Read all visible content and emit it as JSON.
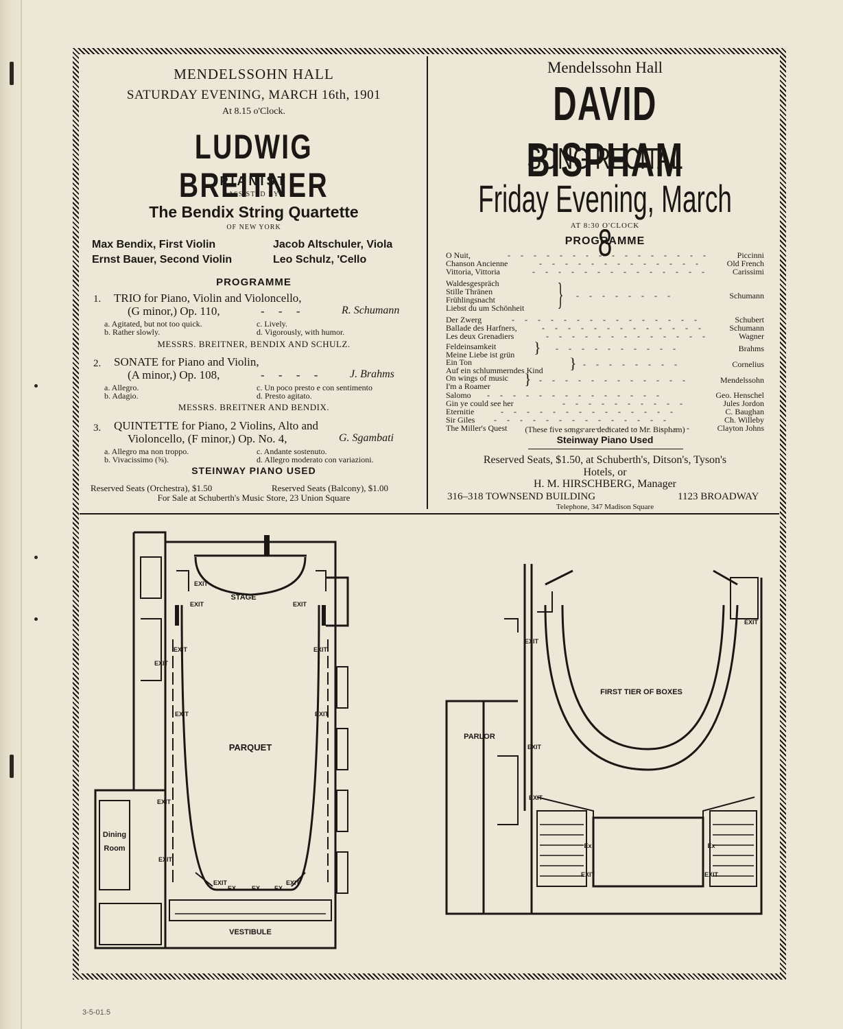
{
  "left": {
    "venue": "MENDELSSOHN HALL",
    "date": "SATURDAY EVENING, MARCH 16th, 1901",
    "time": "At 8.15 o'Clock.",
    "performer": "LUDWIG BREITNER",
    "role": "PIANIST",
    "assisted": "ASSISTED BY",
    "ensemble": "The Bendix String Quartette",
    "ensemble_city": "OF NEW YORK",
    "members": [
      "Max Bendix, First Violin",
      "Jacob Altschuler, Viola",
      "Ernst Bauer, Second Violin",
      "Leo Schulz, 'Cello"
    ],
    "programme_heading": "PROGRAMME",
    "items": [
      {
        "num": "1.",
        "line1": "TRIO for Piano, Violin and Violoncello,",
        "line2": "(G minor,) Op. 110,",
        "composer": "R. Schumann",
        "mv": [
          "a. Agitated, but not too quick.",
          "c. Lively.",
          "b. Rather slowly.",
          "d. Vigorously, with humor."
        ],
        "performers": "MESSRS. BREITNER, BENDIX AND SCHULZ."
      },
      {
        "num": "2.",
        "line1": "SONATE for Piano and Violin,",
        "line2": "(A minor,) Op. 108,",
        "composer": "J. Brahms",
        "mv": [
          "a. Allegro.",
          "c. Un poco presto e con sentimento",
          "b. Adagio.",
          "d. Presto agitato."
        ],
        "performers": "MESSRS. BREITNER AND BENDIX."
      },
      {
        "num": "3.",
        "line1": "QUINTETTE for Piano, 2 Violins, Alto and",
        "line2": "Violoncello, (F minor,) Op. No. 4,",
        "composer": "G. Sgambati",
        "mv": [
          "a. Allegro ma non troppo.",
          "c. Andante sostenuto.",
          "b. Vivacissimo (⅝).",
          "d. Allegro moderato con variazioni."
        ]
      }
    ],
    "piano": "STEINWAY PIANO USED",
    "seats1": "Reserved Seats (Orchestra), $1.50",
    "seats2": "Reserved Seats (Balcony), $1.00",
    "sale": "For Sale at Schuberth's Music Store, 23 Union Square"
  },
  "right": {
    "venue": "Mendelssohn Hall",
    "performer": "DAVID BISPHAM",
    "event": "SONG RECITAL",
    "date": "Friday Evening, March 8",
    "time": "AT 8:30 O'CLOCK",
    "programme_heading": "PROGRAMME",
    "songs": [
      {
        "title": "O Nuit,",
        "composer": "Piccinni"
      },
      {
        "title": "Chanson Ancienne",
        "composer": "Old French"
      },
      {
        "title": "Vittoria, Vittoria",
        "composer": "Carissimi"
      },
      {
        "title": "Waldesgespräch",
        "composer": ""
      },
      {
        "title": "Stille Thränen",
        "composer": "Schumann"
      },
      {
        "title": "Frühlingsnacht",
        "composer": ""
      },
      {
        "title": "Liebst du um Schönheit",
        "composer": ""
      },
      {
        "title": "Der Zwerg",
        "composer": "Schubert"
      },
      {
        "title": "Ballade des Harfners,",
        "composer": "Schumann"
      },
      {
        "title": "Les deux Grenadiers",
        "composer": "Wagner"
      },
      {
        "title": "Feldeinsamkeit",
        "composer": "Brahms"
      },
      {
        "title": "Meine Liebe ist grün",
        "composer": ""
      },
      {
        "title": "Ein Ton",
        "composer": "Cornelius"
      },
      {
        "title": "Auf ein schlummerndes Kind",
        "composer": ""
      },
      {
        "title": "On wings of music",
        "composer": "Mendelssohn"
      },
      {
        "title": "I'm a Roamer",
        "composer": ""
      },
      {
        "title": "Salomo",
        "composer": "Geo. Henschel"
      },
      {
        "title": "Gin ye could see her",
        "composer": "Jules Jordon"
      },
      {
        "title": "Eternitie",
        "composer": "C. Baughan"
      },
      {
        "title": "Sir Giles",
        "composer": "Ch. Willeby"
      },
      {
        "title": "The Miller's Quest",
        "composer": "Clayton Johns"
      }
    ],
    "dedication": "(These five songs are dedicated to Mr. Bispham)",
    "piano": "Steinway Piano Used",
    "seats": "Reserved Seats, $1.50, at Schuberth's, Ditson's, Tyson's",
    "hotels": "Hotels, or",
    "manager": "H. M. HIRSCHBERG, Manager",
    "address_left": "316–318 TOWNSEND BUILDING",
    "address_right": "1123 BROADWAY",
    "telephone": "Telephone, 347 Madison Square"
  },
  "plan_left": {
    "stage": "STAGE",
    "parquet": "PARQUET",
    "vestibule": "VESTIBULE",
    "dining": "Dining",
    "room": "Room",
    "exit": "EXIT",
    "ex": "EX"
  },
  "plan_right": {
    "boxes": "FIRST TIER OF BOXES",
    "parlor": "PARLOR",
    "exit": "EXIT",
    "ex": "Ex"
  },
  "note": "3-5-01.5"
}
